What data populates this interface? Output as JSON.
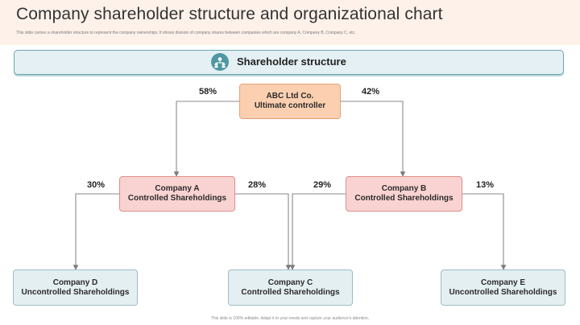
{
  "header": {
    "title": "Company shareholder structure and organizational chart",
    "subtitle": "This slide carries a shareholder structure to represent the company ownerships. It shows division of company shares between companies which are company A, Company B, Company C, etc."
  },
  "section": {
    "label": "Shareholder structure",
    "icon": "org-chart-icon"
  },
  "nodes": {
    "abc": {
      "line1": "ABC Ltd Co.",
      "line2": "Ultimate controller"
    },
    "a": {
      "line1": "Company A",
      "line2": "Controlled Shareholdings"
    },
    "b": {
      "line1": "Company B",
      "line2": "Controlled Shareholdings"
    },
    "c": {
      "line1": "Company C",
      "line2": "Controlled Shareholdings"
    },
    "d": {
      "line1": "Company D",
      "line2": "Uncontrolled Shareholdings"
    },
    "e": {
      "line1": "Company E",
      "line2": "Uncontrolled Shareholdings"
    }
  },
  "percentages": {
    "abc_to_a": "58%",
    "abc_to_b": "42%",
    "a_to_d": "30%",
    "a_to_c": "28%",
    "b_to_c": "29%",
    "b_to_e": "13%"
  },
  "footer": "This slide is 100% editable. Adapt it to your needs and capture your audience's attention.",
  "colors": {
    "top_node": "#fbcfb0",
    "mid_node": "#f9d3d1",
    "bottom_node": "#e4eff2",
    "banner": "#e4f0f3",
    "accent": "#4f97a3",
    "connector": "#8a8a8a"
  }
}
